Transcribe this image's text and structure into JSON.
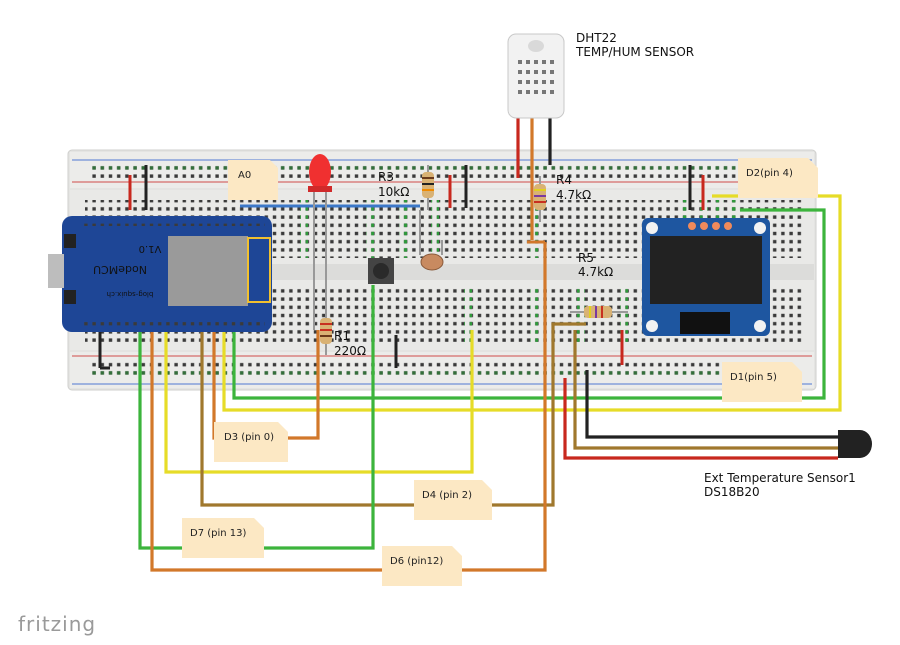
{
  "components": {
    "dht22": {
      "name": "DHT22",
      "desc": "TEMP/HUM SENSOR"
    },
    "r3": {
      "name": "R3",
      "value": "10kΩ"
    },
    "r4": {
      "name": "R4",
      "value": "4.7kΩ"
    },
    "r5": {
      "name": "R5",
      "value": "4.7kΩ"
    },
    "r1": {
      "name": "R1",
      "value": "220Ω"
    },
    "ds18b20": {
      "name": "Ext Temperature Sensor1",
      "model": "DS18B20"
    },
    "nodemcu": {
      "brand": "NodeMCU",
      "version": "V1.0",
      "url": "blog-squix.ch"
    }
  },
  "notes": {
    "a0": "A0",
    "d2": "D2(pin 4)",
    "d1": "D1(pin 5)",
    "d3": "D3 (pin 0)",
    "d4": "D4 (pin 2)",
    "d7": "D7 (pin 13)",
    "d6": "D6 (pin12)"
  },
  "footer": {
    "brand": "fritzing"
  },
  "colors": {
    "wire_green": "#3cb43c",
    "wire_yellow": "#e6dc28",
    "wire_orange": "#d2782a",
    "wire_brown": "#a0782d",
    "wire_red": "#c8281e",
    "wire_black": "#222222",
    "wire_blue": "#3c78c8",
    "board_blue": "#1e4696",
    "note_fill": "#fce8c4"
  }
}
